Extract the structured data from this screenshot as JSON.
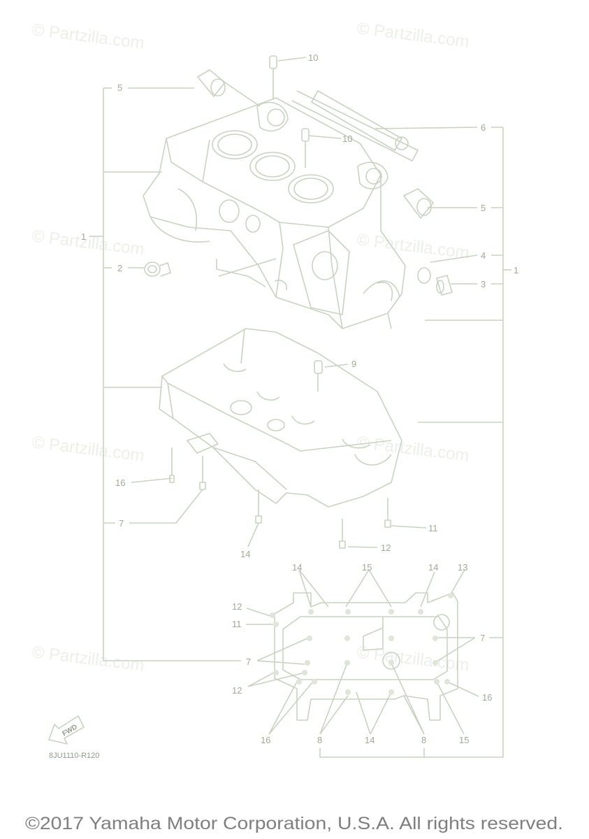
{
  "watermarks": [
    "© Partzilla.com",
    "© Partzilla.com",
    "© Partzilla.com",
    "© Partzilla.com",
    "© Partzilla.com",
    "© Partzilla.com",
    "© Partzilla.com",
    "© Partzilla.com"
  ],
  "callouts": [
    "10",
    "10",
    "5",
    "6",
    "5",
    "4",
    "3",
    "1",
    "1",
    "2",
    "9",
    "16",
    "7",
    "14",
    "11",
    "12",
    "14",
    "15",
    "14",
    "13",
    "12",
    "11",
    "7",
    "7",
    "12",
    "16",
    "16",
    "8",
    "14",
    "8",
    "15"
  ],
  "fwd_badge": "FWD",
  "diagram_code": "8JU1110-R120",
  "copyright": "©2017 Yamaha Motor Corporation, U.S.A. All rights reserved."
}
